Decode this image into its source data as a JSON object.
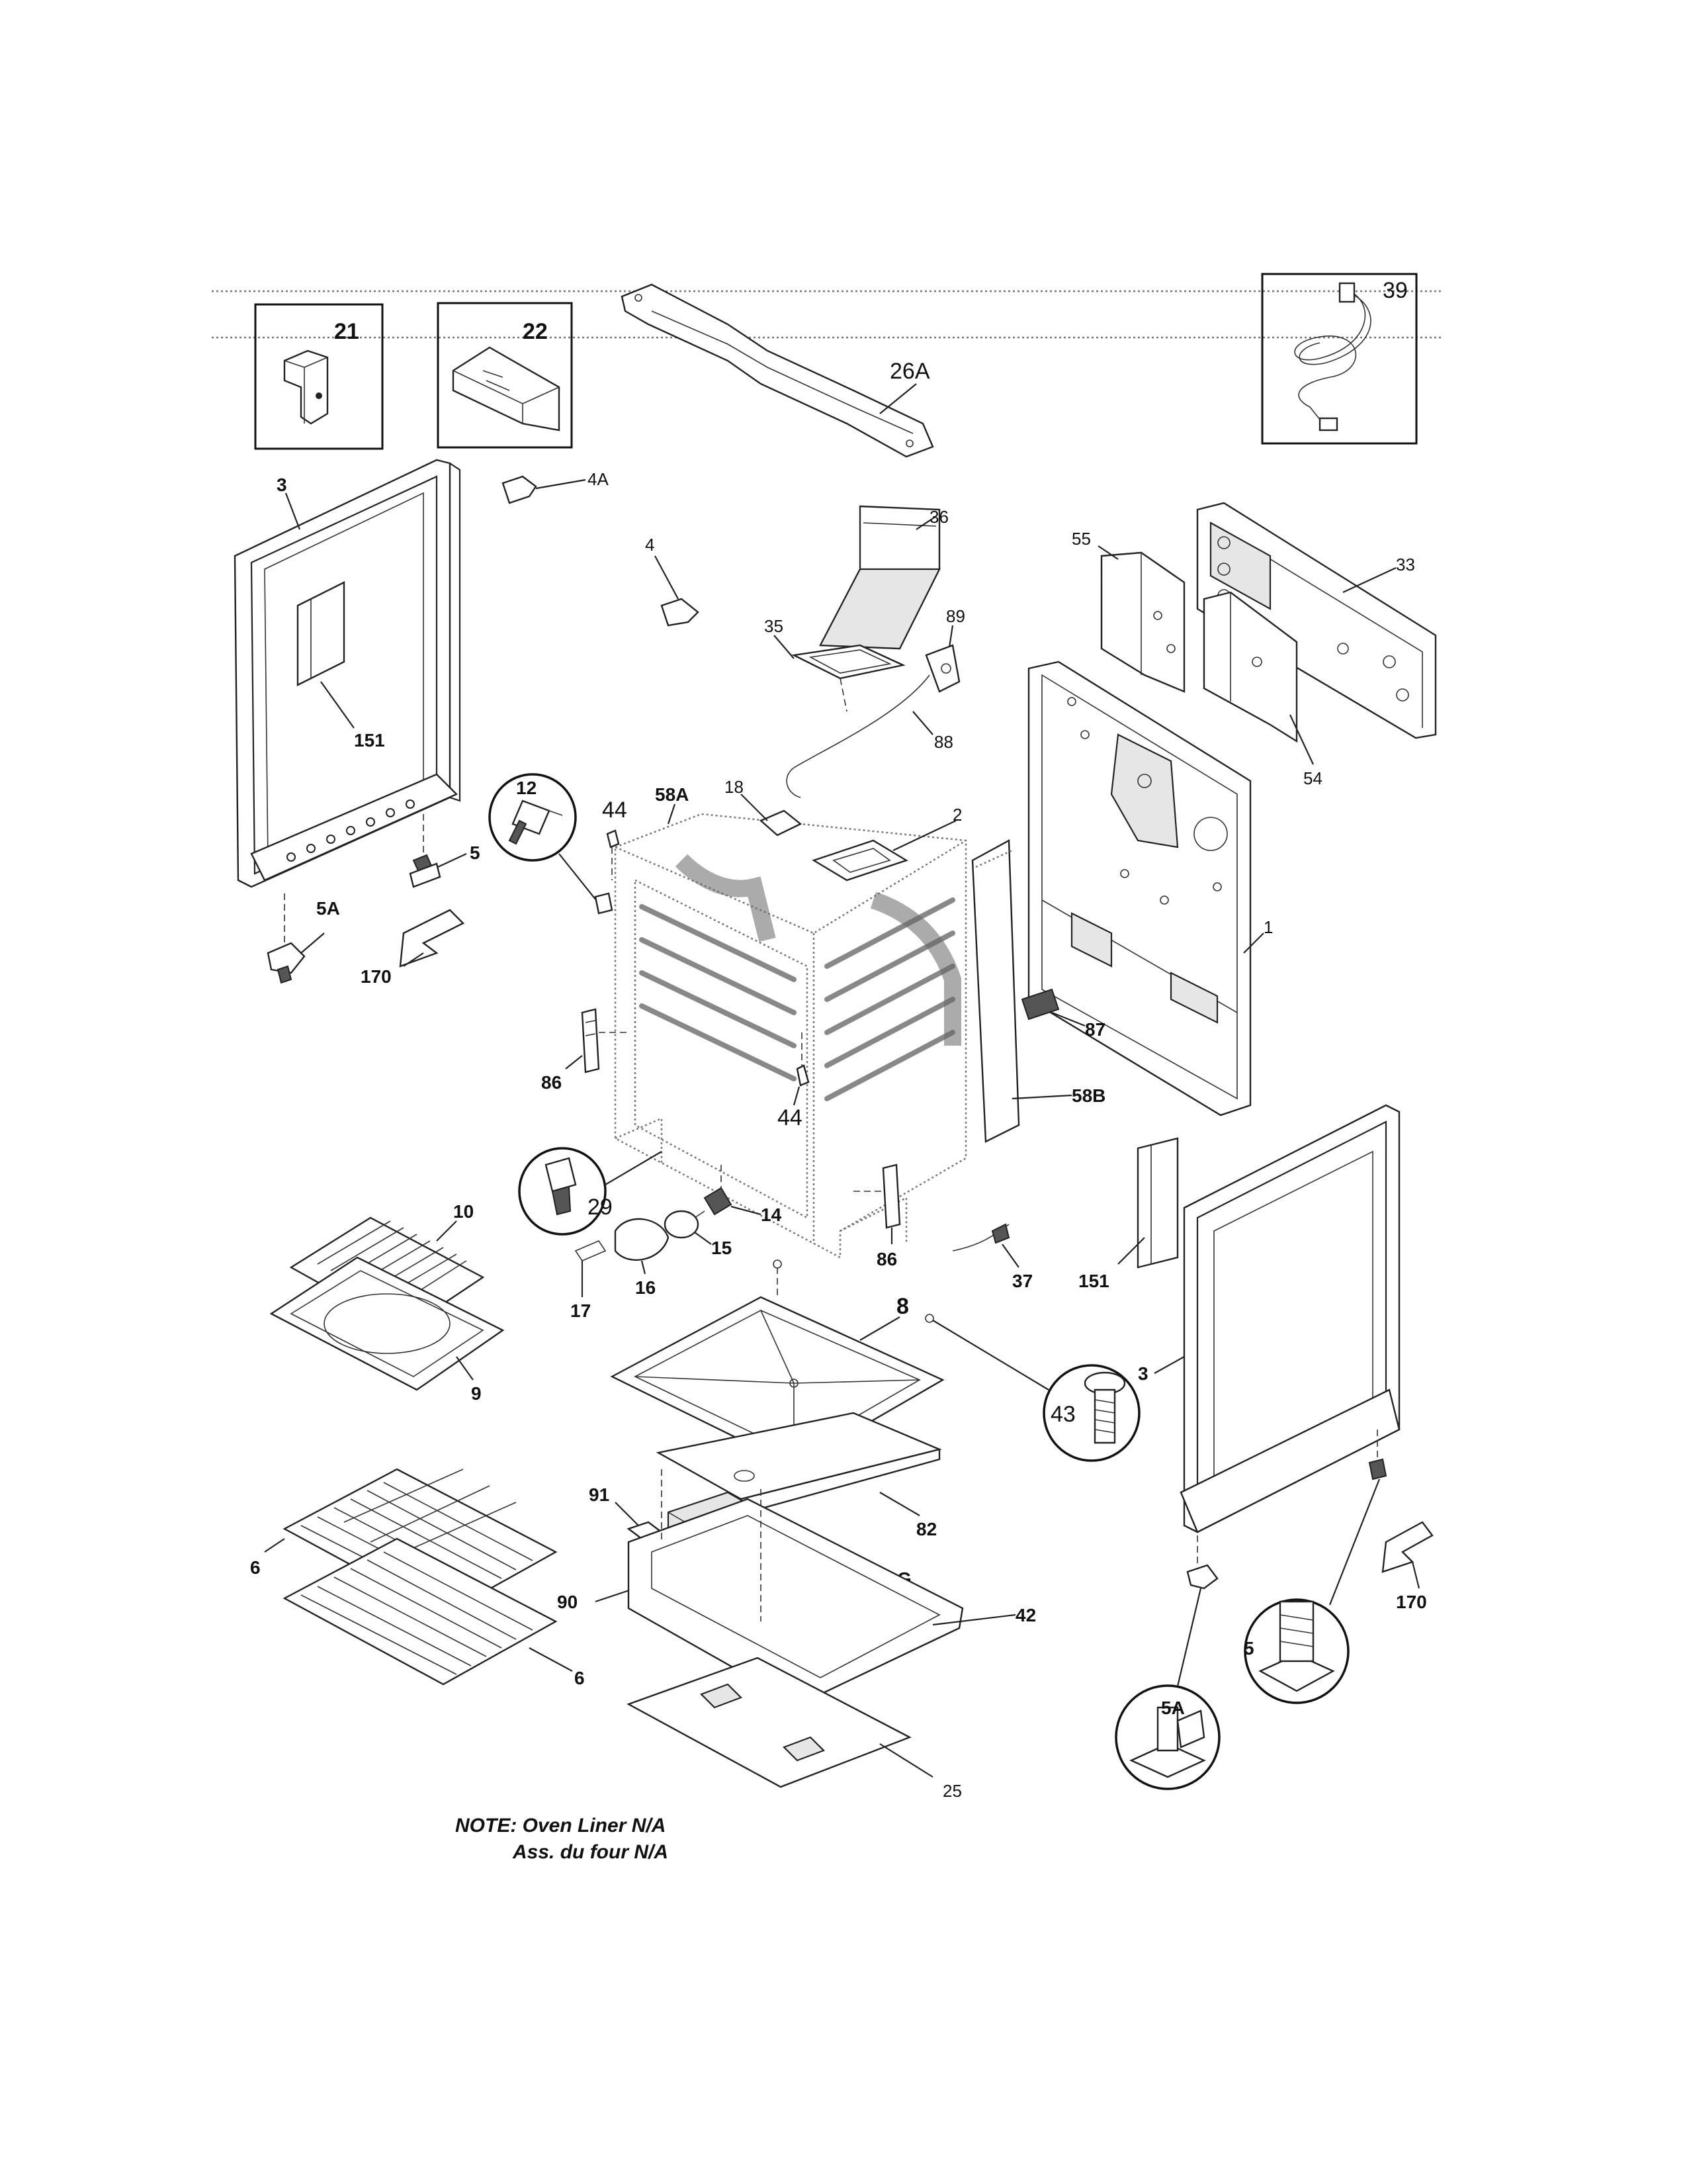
{
  "diagram": {
    "labels": {
      "p21": "21",
      "p22": "22",
      "p26A": "26A",
      "p39": "39",
      "p3_left": "3",
      "p4A": "4A",
      "p4": "4",
      "p36": "36",
      "p55": "55",
      "p33": "33",
      "p35": "35",
      "p89": "89",
      "p88": "88",
      "p54": "54",
      "p151_left": "151",
      "p12": "12",
      "p44_top": "44",
      "p58A": "58A",
      "p18": "18",
      "p2": "2",
      "p5_left": "5",
      "p5A_left": "5A",
      "p1": "1",
      "p170_left": "170",
      "p87": "87",
      "p86_left": "86",
      "p58B": "58B",
      "p44_mid": "44",
      "p29": "29",
      "p14": "14",
      "p10": "10",
      "p15": "15",
      "p86_right": "86",
      "p37": "37",
      "p151_right": "151",
      "p16": "16",
      "p17": "17",
      "p8": "8",
      "p9": "9",
      "p43": "43",
      "p3_right": "3",
      "p91": "91",
      "p82": "82",
      "p6_top": "6",
      "p58G": "58G",
      "p90": "90",
      "p42": "42",
      "p170_right": "170",
      "p5_right": "5",
      "p6_bottom": "6",
      "p5A_right": "5A",
      "p25": "25"
    },
    "note": {
      "line1": "NOTE: Oven Liner N/A",
      "line2": "Ass. du four N/A"
    }
  }
}
